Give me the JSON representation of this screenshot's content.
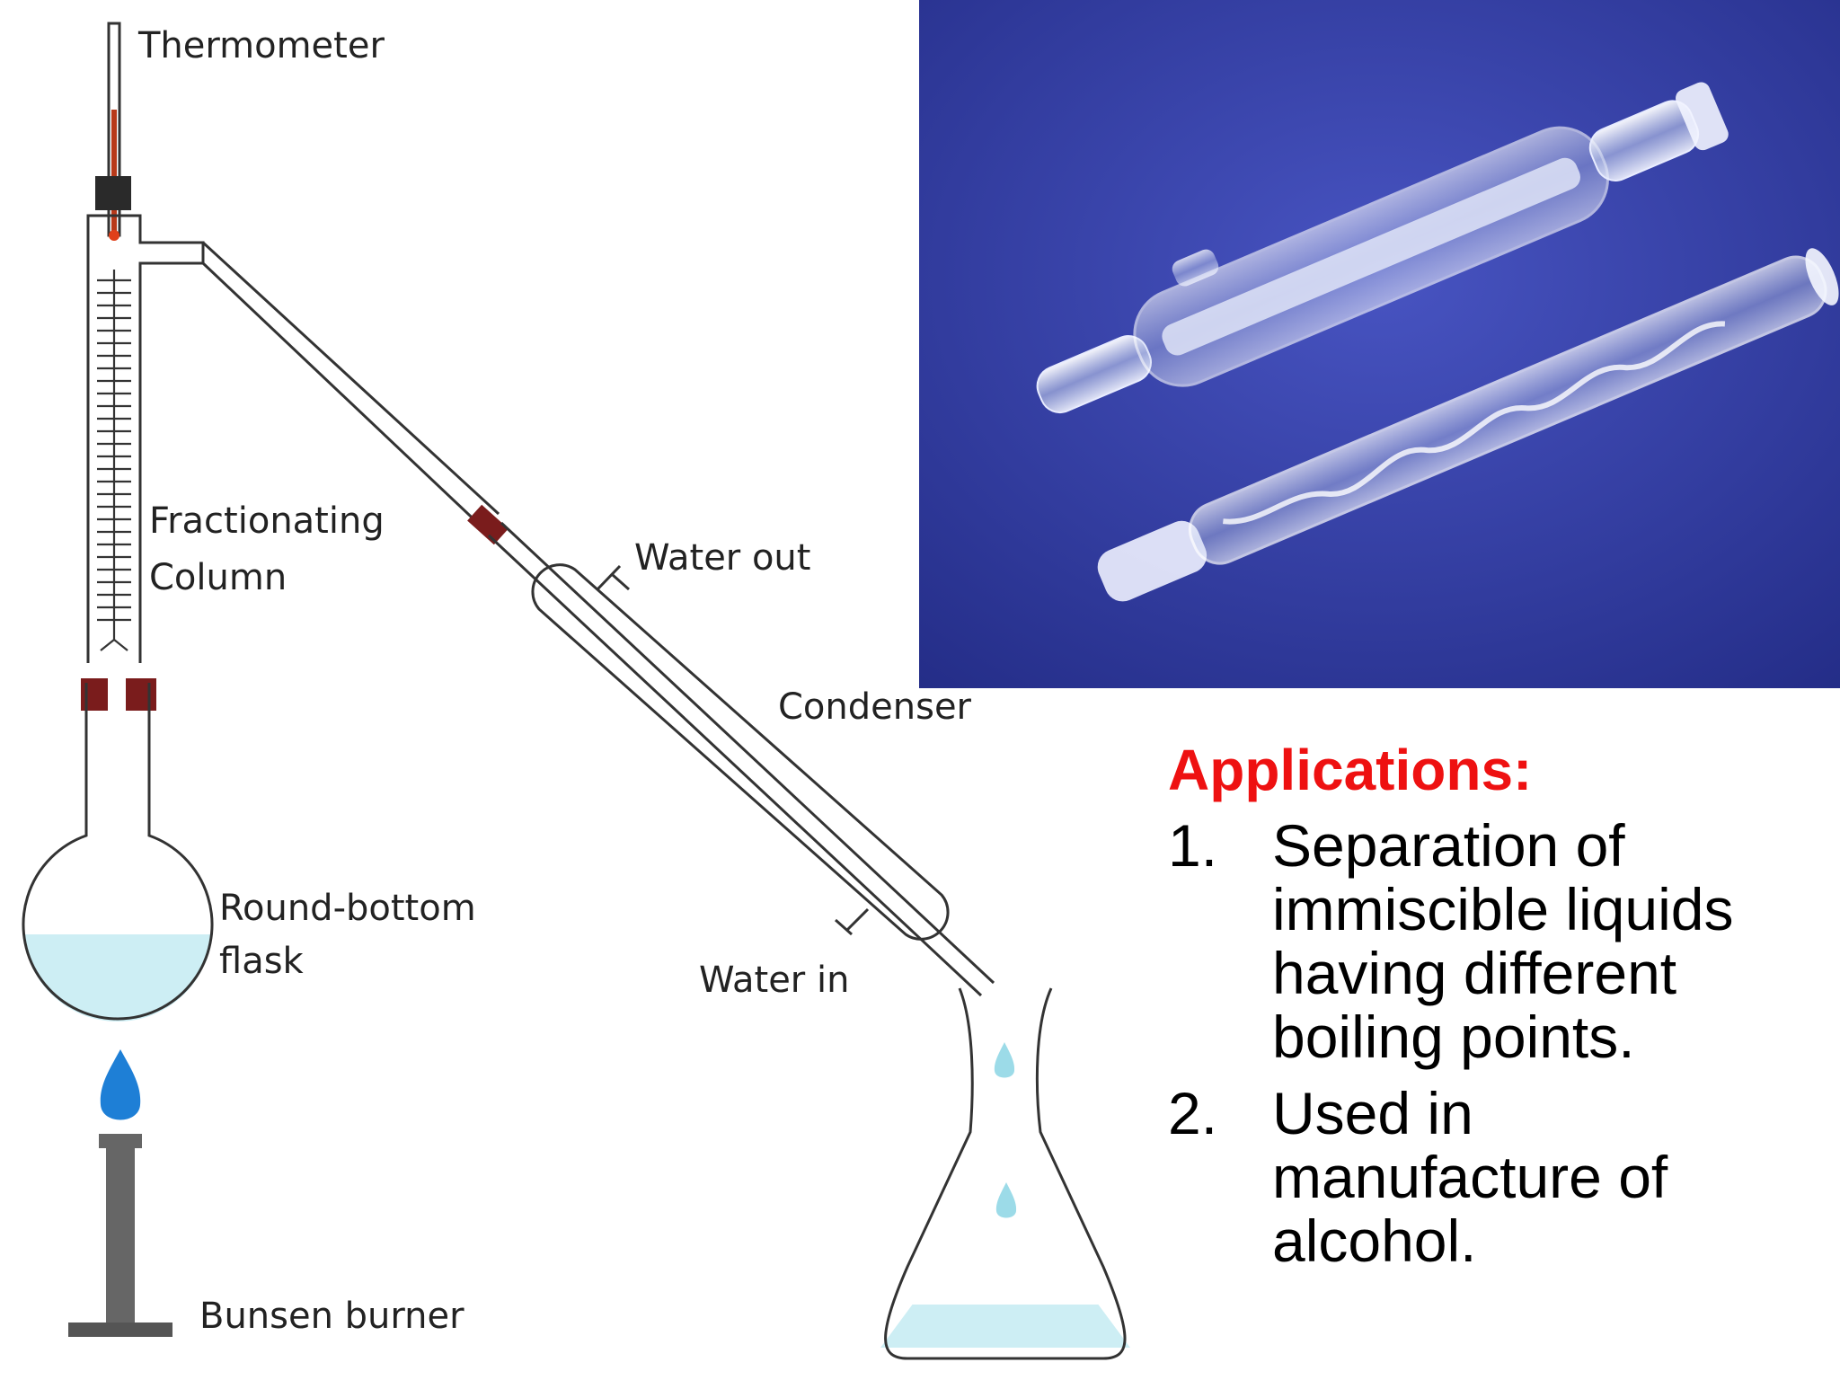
{
  "labels": {
    "thermometer": "Thermometer",
    "fractionating_line1": "Fractionating",
    "fractionating_line2": "Column",
    "water_out": "Water out",
    "condenser": "Condenser",
    "water_in": "Water in",
    "flask_line1": "Round-bottom",
    "flask_line2": "flask",
    "bunsen": "Bunsen burner"
  },
  "applications": {
    "heading": "Applications:",
    "items": [
      {
        "num": "1.",
        "text": "Separation of immiscible liquids having different boiling points."
      },
      {
        "num": "2.",
        "text": "Used in manufacture of alcohol."
      }
    ]
  },
  "colors": {
    "heading": "#ee1111",
    "photo_background": "#2f3aa2",
    "liquid": "#cdeef4",
    "stopper": "#7a1c1c",
    "flame": "#1e7fd6",
    "burner": "#555555"
  }
}
